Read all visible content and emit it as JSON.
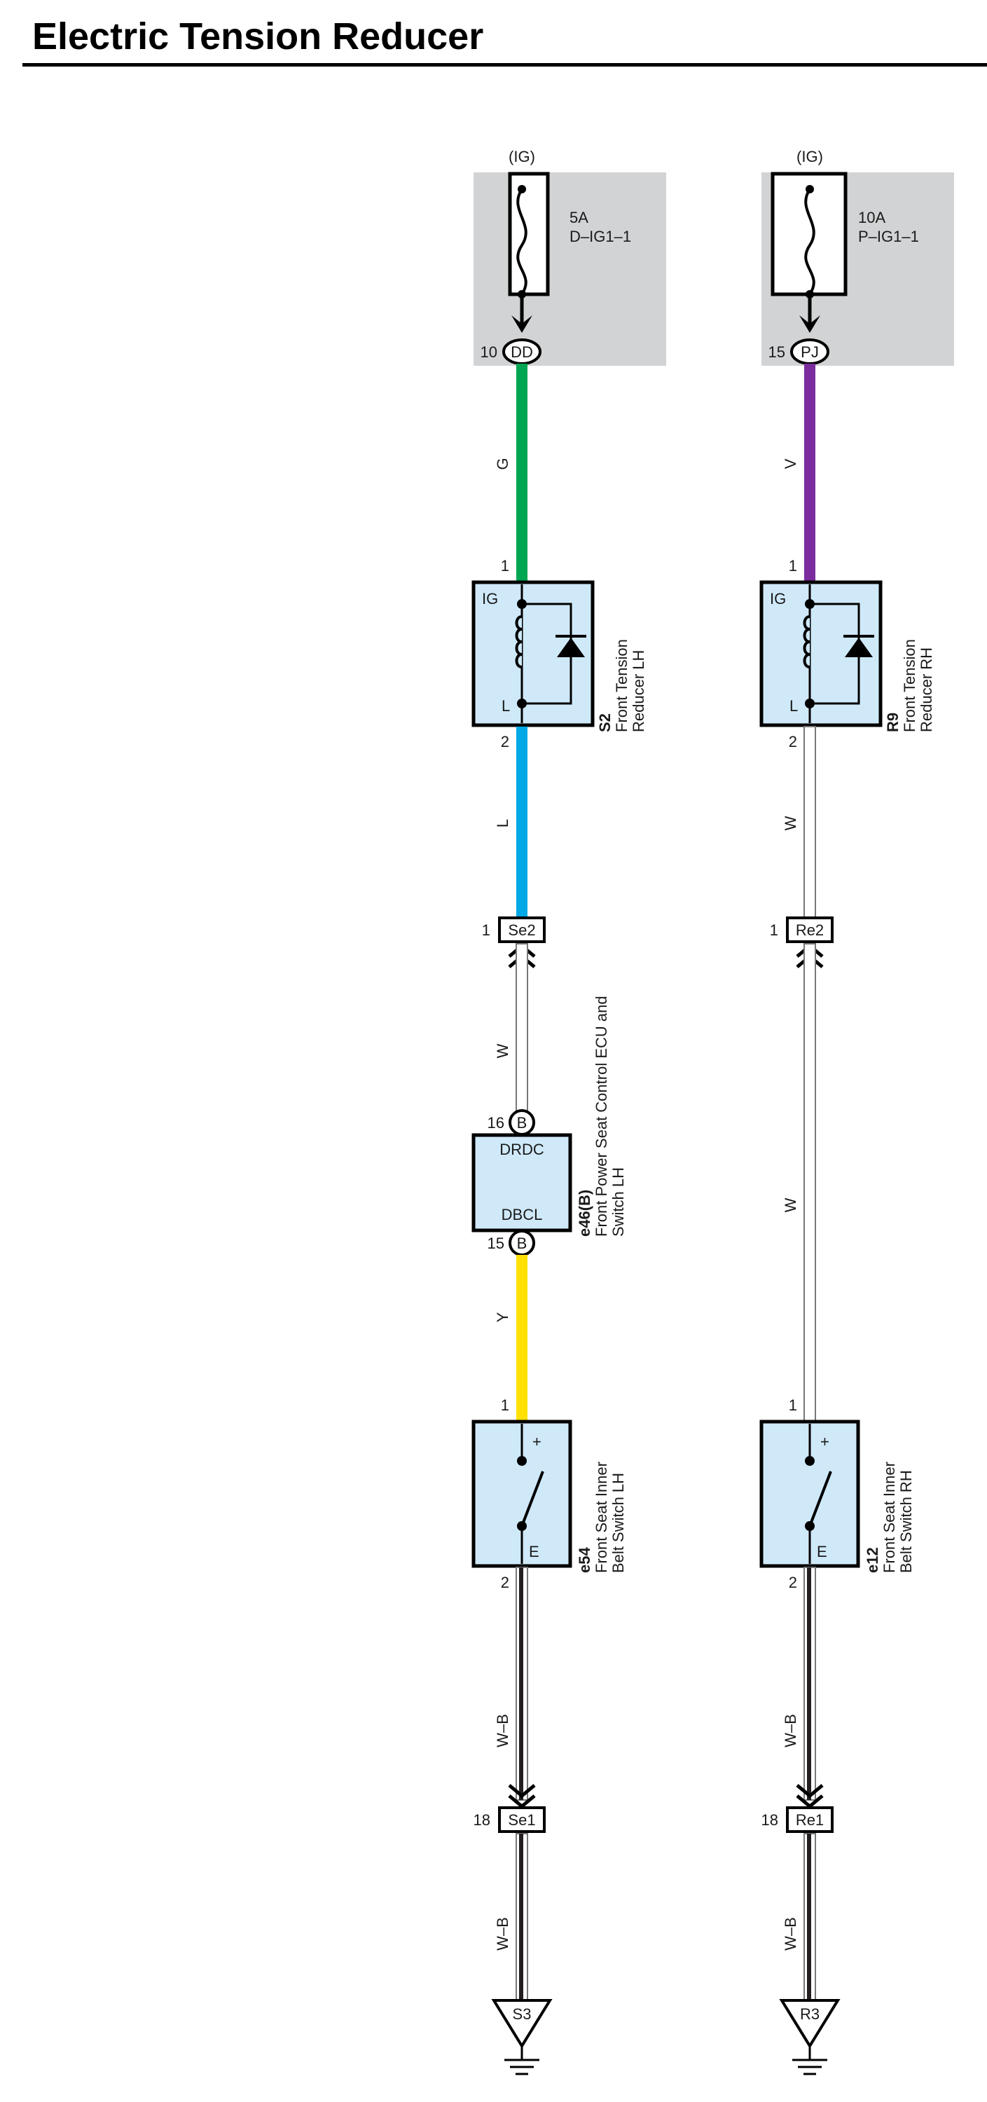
{
  "page": {
    "title": "Electric Tension Reducer"
  },
  "columns": [
    {
      "fuse_box": {
        "source": "(IG)",
        "rating": "5A",
        "name": "D–IG1–1"
      },
      "supply_connector": {
        "pin": "10",
        "code": "DD"
      },
      "wire_supply": {
        "code": "G",
        "color": "#00a651"
      },
      "reducer": {
        "pin_top": "1",
        "pin_bottom": "2",
        "term_top": "IG",
        "term_bottom": "L",
        "code": "S2",
        "name_line1": "Front Tension",
        "name_line2": "Reducer LH"
      },
      "wire_reducer_out": {
        "code": "L",
        "color": "#00a9e6"
      },
      "junction_top": {
        "pin": "1",
        "code": "Se2"
      },
      "wire_mid_upper": {
        "code": "W"
      },
      "ecu": {
        "pin_top": "16",
        "pin_top_conn": "B",
        "pin_bottom": "15",
        "pin_bottom_conn": "B",
        "term_top": "DRDC",
        "term_bottom": "DBCL",
        "code": "e46(B)",
        "name_line1": "Front Power Seat Control ECU and",
        "name_line2": "Switch LH"
      },
      "wire_mid_lower": {
        "code": "Y",
        "color": "#ffe000"
      },
      "switch": {
        "pin_top": "1",
        "pin_bottom": "2",
        "term_top": "+",
        "term_bottom": "E",
        "code": "e54",
        "name_line1": "Front Seat Inner",
        "name_line2": "Belt Switch LH"
      },
      "wire_switch_out": {
        "code": "W–B"
      },
      "junction_bottom": {
        "pin": "18",
        "code": "Se1"
      },
      "wire_ground": {
        "code": "W–B"
      },
      "ground": {
        "code": "S3"
      }
    },
    {
      "fuse_box": {
        "source": "(IG)",
        "rating": "10A",
        "name": "P–IG1–1"
      },
      "supply_connector": {
        "pin": "15",
        "code": "PJ"
      },
      "wire_supply": {
        "code": "V",
        "color": "#7b2d9e"
      },
      "reducer": {
        "pin_top": "1",
        "pin_bottom": "2",
        "term_top": "IG",
        "term_bottom": "L",
        "code": "R9",
        "name_line1": "Front Tension",
        "name_line2": "Reducer RH"
      },
      "wire_reducer_out": {
        "code": "W"
      },
      "junction_top": {
        "pin": "1",
        "code": "Re2"
      },
      "wire_mid": {
        "code": "W"
      },
      "switch": {
        "pin_top": "1",
        "pin_bottom": "2",
        "term_top": "+",
        "term_bottom": "E",
        "code": "e12",
        "name_line1": "Front Seat Inner",
        "name_line2": "Belt Switch RH"
      },
      "wire_switch_out": {
        "code": "W–B"
      },
      "junction_bottom": {
        "pin": "18",
        "code": "Re1"
      },
      "wire_ground": {
        "code": "W–B"
      },
      "ground": {
        "code": "R3"
      }
    }
  ],
  "colors": {
    "component_fill": "#cfe9f9",
    "fuse_box_fill": "#d1d3d4",
    "wire_white": "#ffffff",
    "wire_black": "#231f20"
  }
}
